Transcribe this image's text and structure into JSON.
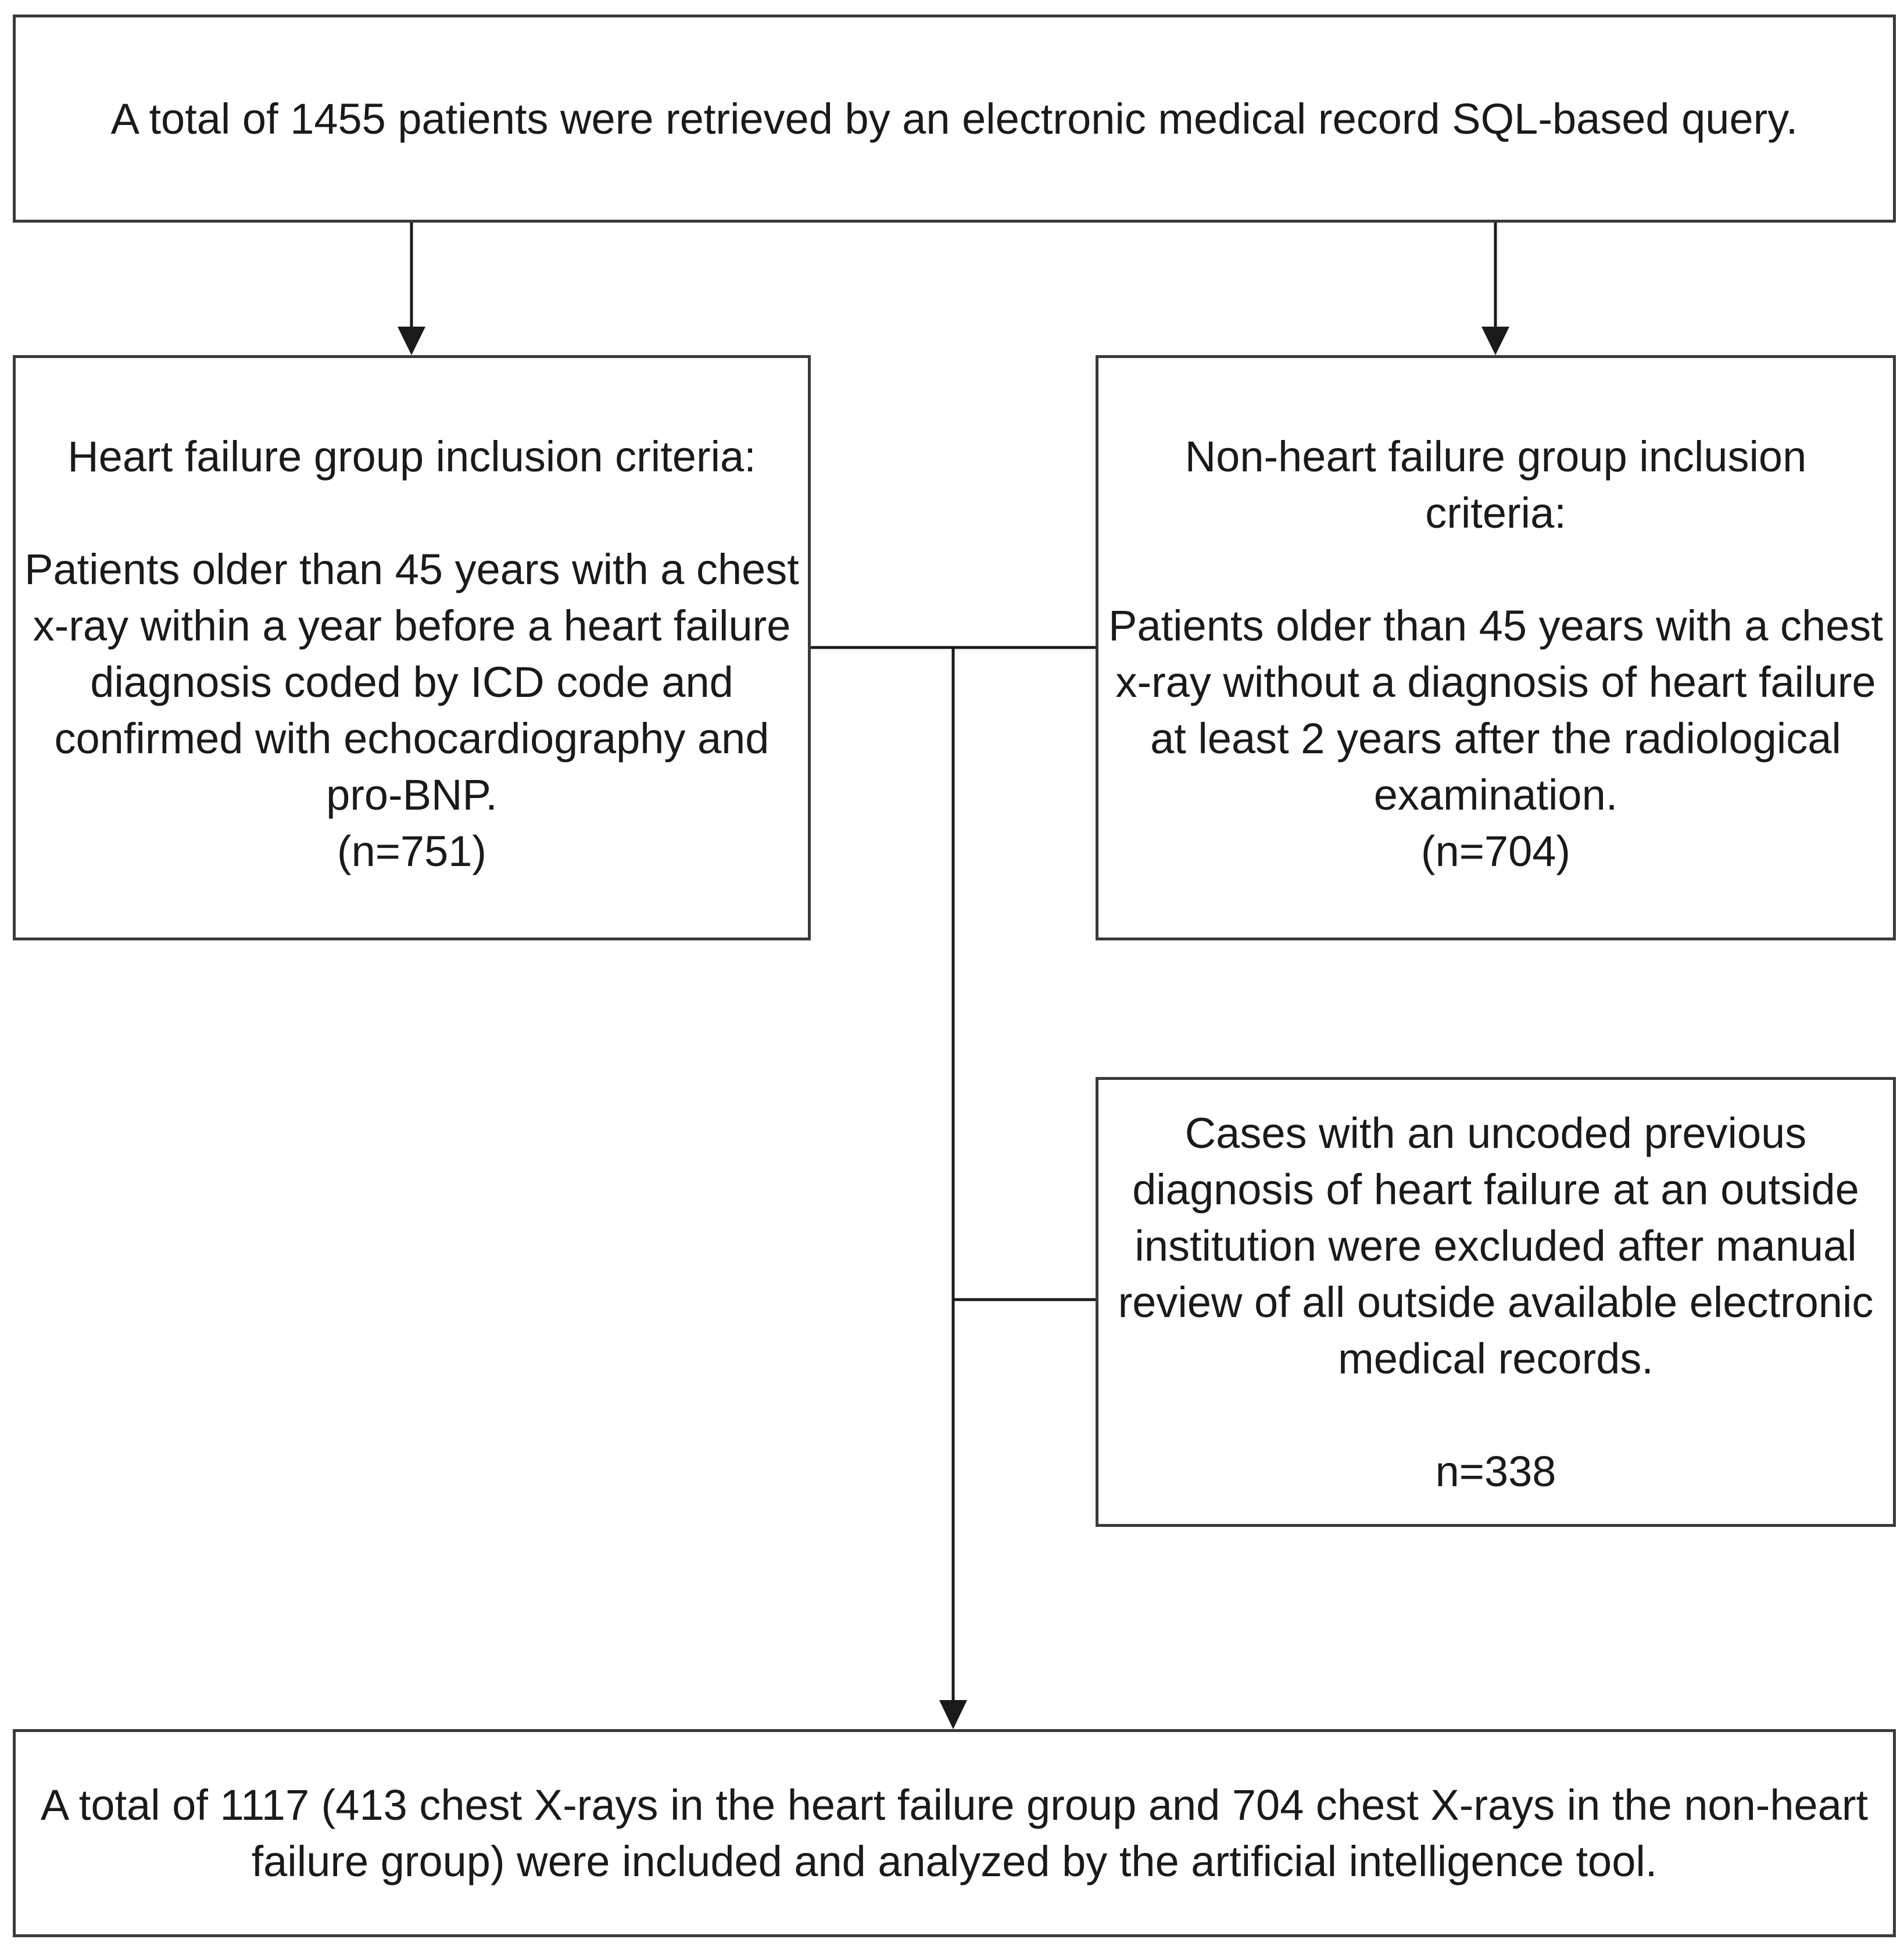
{
  "flowchart": {
    "top": {
      "text": "A total of 1455 patients were retrieved by an electronic medical record SQL-based query."
    },
    "heart_failure": {
      "heading": "Heart failure group inclusion criteria:",
      "lines": [
        "Patients older than 45 years with a chest",
        "x-ray within a year before a heart failure",
        "diagnosis coded by ICD code and",
        "confirmed with echocardiography and",
        "pro-BNP."
      ],
      "count": "(n=751)"
    },
    "non_heart_failure": {
      "heading_lines": [
        "Non-heart failure group inclusion",
        "criteria:"
      ],
      "lines": [
        "Patients older than 45 years with a chest",
        "x-ray without a diagnosis of heart failure",
        "at least 2 years after the radiological",
        "examination."
      ],
      "count": "(n=704)"
    },
    "exclusion": {
      "lines": [
        "Cases with an uncoded previous",
        "diagnosis of heart failure at an outside",
        "institution were excluded after manual",
        "review of all outside available electronic",
        "medical records."
      ],
      "count": "n=338"
    },
    "final": {
      "lines": [
        "A total of 1117 (413 chest X-rays in the heart failure group and 704 chest X-rays in the non-heart",
        "failure group) were included and analyzed by the artificial intelligence tool."
      ]
    }
  },
  "colors": {
    "line": "#1a1a1a",
    "box_border": "#3a3a3a",
    "text": "#1a1a1a",
    "background": "#ffffff"
  }
}
